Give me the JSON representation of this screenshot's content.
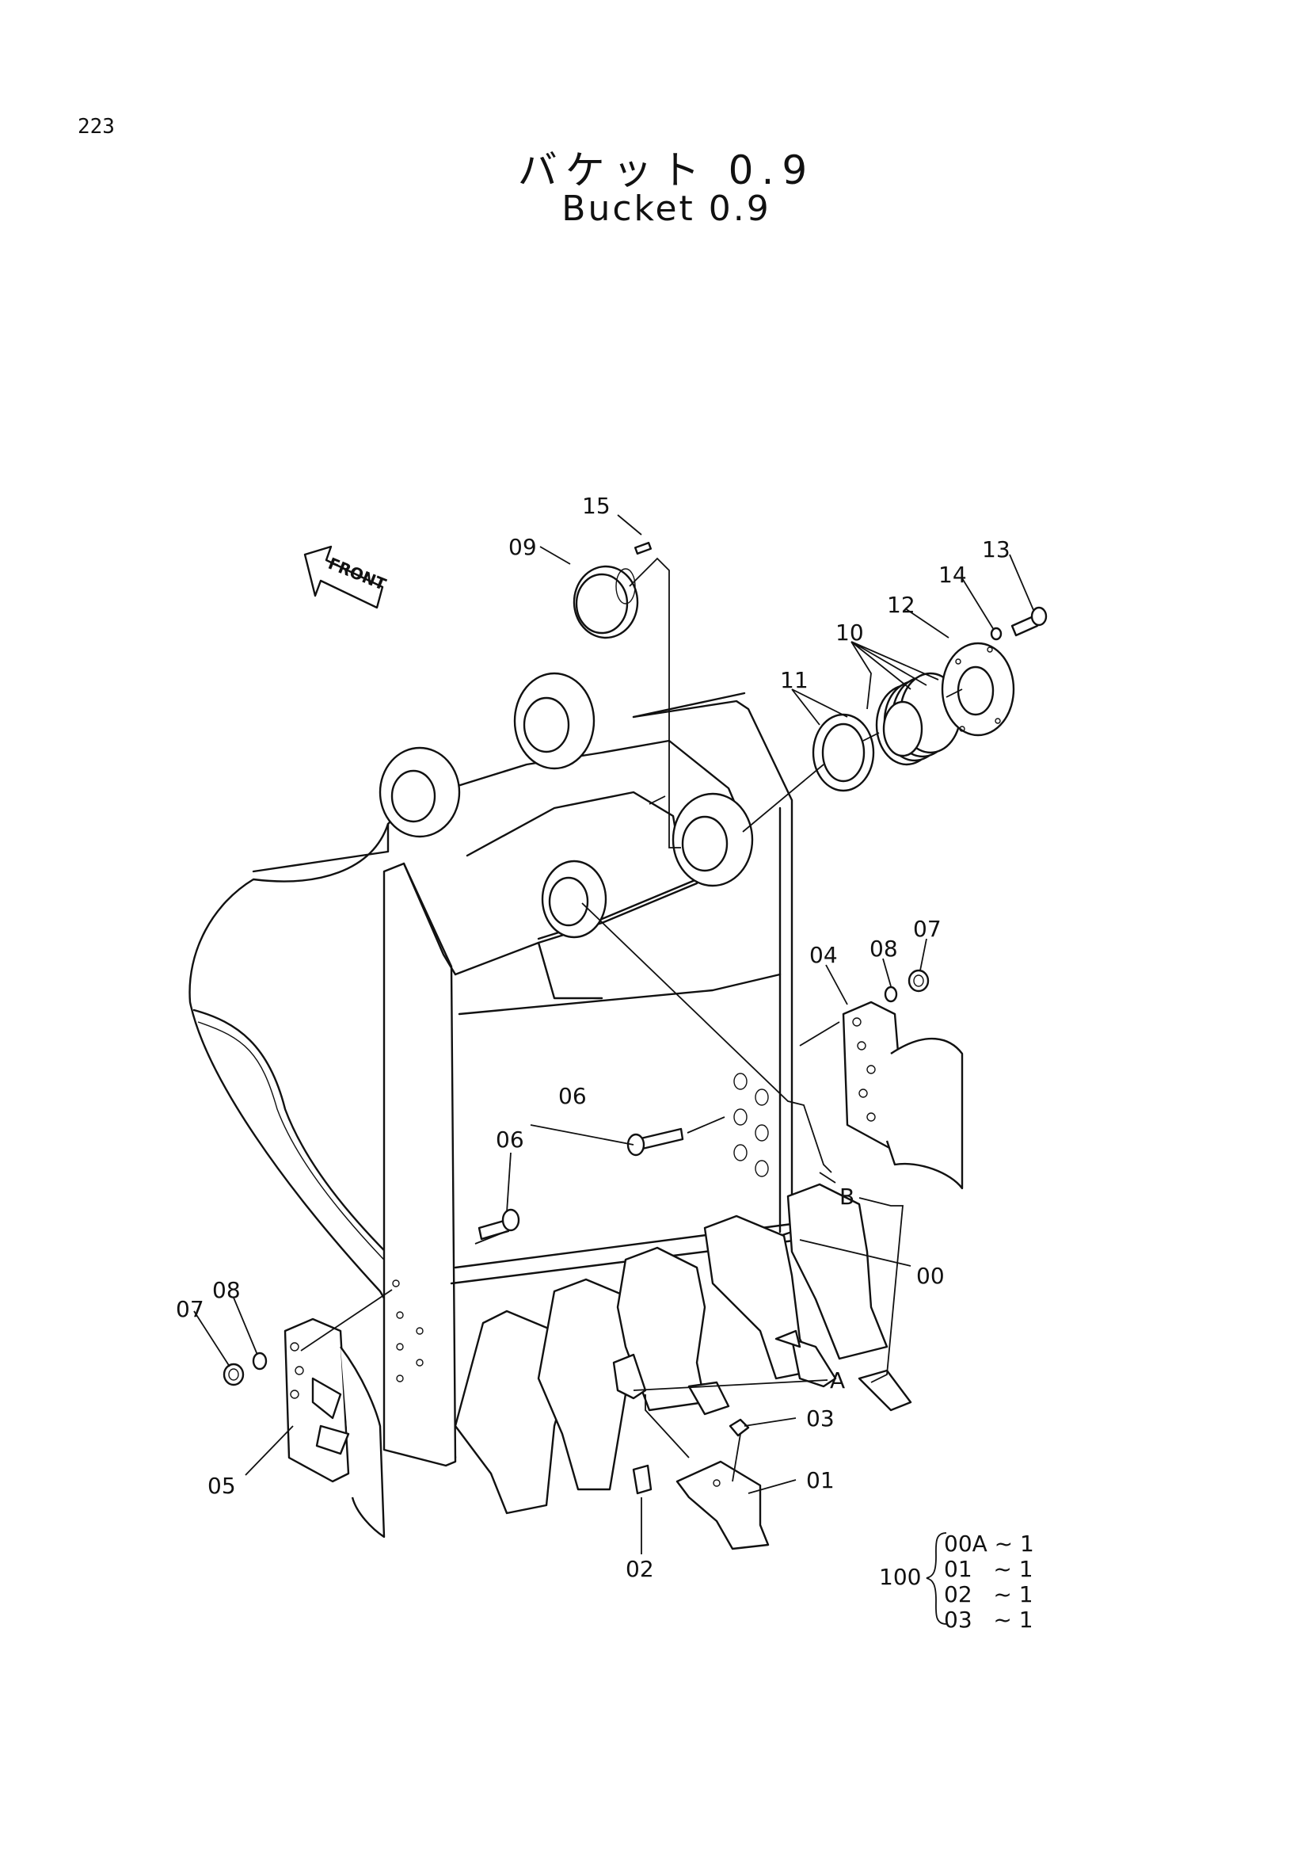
{
  "page_number": "223",
  "title_jp": "バケット 0.9",
  "title_en": "Bucket 0.9",
  "front_arrow_label": "FRONT",
  "callouts": {
    "c15": "15",
    "c09": "09",
    "c13": "13",
    "c14": "14",
    "c12": "12",
    "c10": "10",
    "c11": "11",
    "c07_right": "07",
    "c08_right": "08",
    "c04": "04",
    "c06_top": "06",
    "c06_mid": "06",
    "cB": "B",
    "c00": "00",
    "c07_left": "07",
    "c08_left": "08",
    "c05": "05",
    "cA": "A",
    "c03": "03",
    "c01": "01",
    "c02": "02"
  },
  "assembly_kit": {
    "label": "100",
    "items": [
      "00A ~ 1",
      "01   ~ 1",
      "02   ~ 1",
      "03   ~ 1"
    ]
  }
}
